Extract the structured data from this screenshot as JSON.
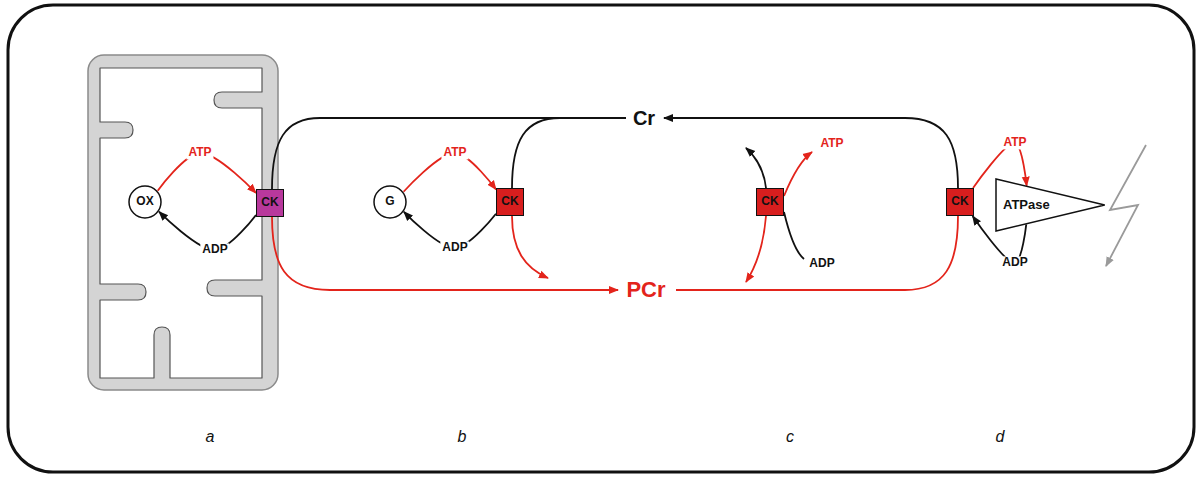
{
  "diagram": {
    "nodes": [
      {
        "text": [
          "OX"
        ]
      },
      {
        "text": [
          "CK"
        ]
      },
      {
        "text": [
          "G"
        ]
      },
      {
        "text": [
          "CK"
        ]
      },
      {
        "text": [
          "CK"
        ]
      },
      {
        "text": [
          "CK"
        ]
      },
      {
        "text": [
          "ATPase"
        ]
      }
    ],
    "edges": [
      {
        "from": 0,
        "to": 1,
        "arrow": "to",
        "label": "ATP"
      },
      {
        "from": 1,
        "to": 0,
        "arrow": "to",
        "label": "ADP"
      },
      {
        "from": 2,
        "to": 3,
        "arrow": "to",
        "label": "ATP"
      },
      {
        "from": 3,
        "to": 2,
        "arrow": "to",
        "label": "ADP"
      },
      {
        "from": 5,
        "to": 6,
        "arrow": "to",
        "label": "ATP"
      },
      {
        "from": 6,
        "to": 5,
        "arrow": "to",
        "label": "ADP"
      }
    ],
    "labels": [
      "Cr",
      "PCr",
      "ATP",
      "ADP",
      "a",
      "b",
      "c",
      "d"
    ]
  }
}
